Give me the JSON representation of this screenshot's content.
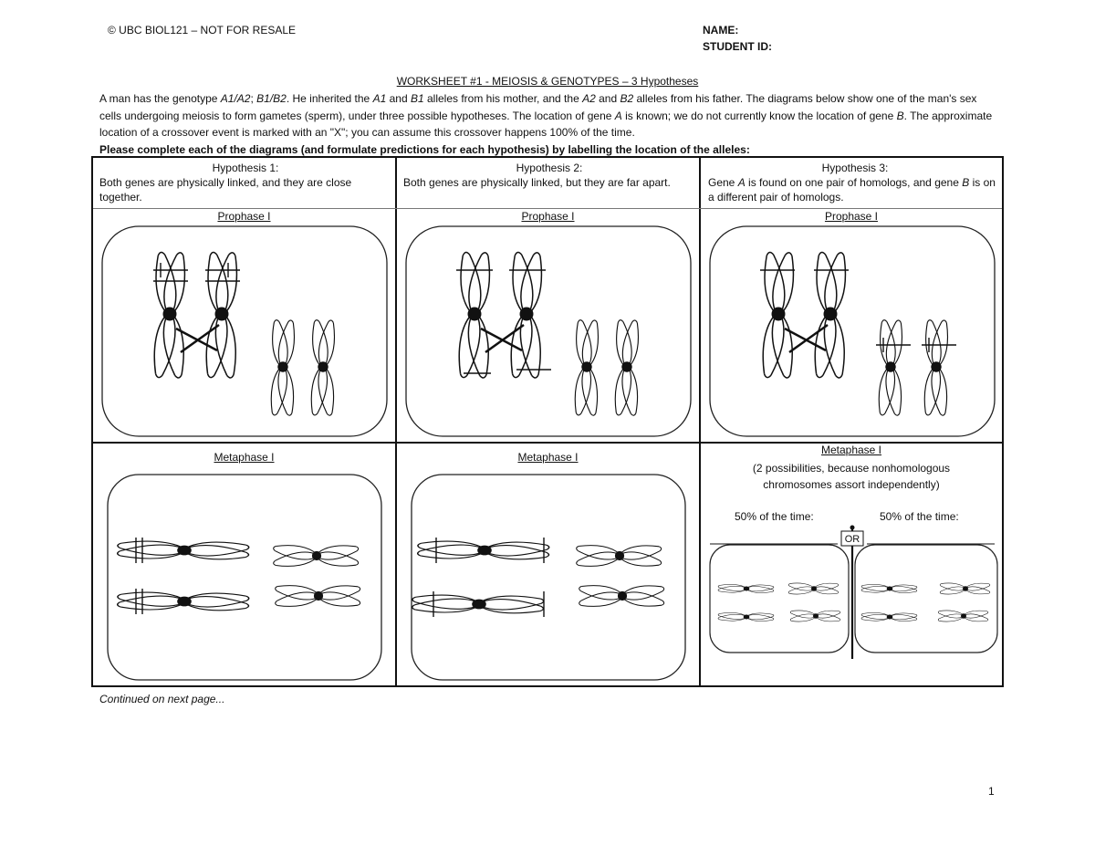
{
  "header": {
    "copyright": "© UBC BIOL121 – NOT FOR RESALE",
    "name_label": "NAME:",
    "student_id_label": "STUDENT ID:"
  },
  "title": "WORKSHEET #1 - MEIOSIS & GENOTYPES – 3 Hypotheses",
  "intro": {
    "p1_a": "A man has the genotype ",
    "g1": "A1/A2",
    "p1_b": "; ",
    "g2": "B1/B2",
    "p1_c": ". He inherited the ",
    "a1": "A1",
    "p1_d": " and ",
    "b1": "B1",
    "p1_e": " alleles from his mother, and the ",
    "a2": "A2",
    "p1_f": " and ",
    "b2": "B2",
    "p1_g": " alleles from his father. The diagrams below show one of the man's sex cells undergoing meiosis to form gametes (sperm), under three possible hypotheses. The location of gene ",
    "gene_a": "A",
    "p1_h": " is known; we do not currently know the location of gene ",
    "gene_b": "B",
    "p1_i": ". The approximate location of a crossover event is marked with an \"X\"; you can assume this crossover happens 100% of the time.",
    "instruction": "Please complete each of the diagrams (and formulate predictions for each hypothesis) by labelling the location of the alleles:"
  },
  "hypotheses": [
    {
      "title": "Hypothesis 1:",
      "desc": "Both genes are physically linked, and they are close together."
    },
    {
      "title": "Hypothesis 2:",
      "desc": "Both genes are physically linked, but they are far apart."
    },
    {
      "title": "Hypothesis 3:",
      "desc_a": "Gene ",
      "desc_g1": "A",
      "desc_b": " is found on one pair of homologs, and gene ",
      "desc_g2": "B",
      "desc_c": " is on a different pair of homologs."
    }
  ],
  "phases": {
    "prophase": "Prophase I",
    "metaphase": "Metaphase I"
  },
  "metaphase_note": {
    "line1": "(2 possibilities, because nonhomologous",
    "line2": "chromosomes assort independently)"
  },
  "half_time_label": "50% of the time:",
  "or_label": "OR",
  "footer": {
    "continued": "Continued on next page...",
    "page_number": "1"
  }
}
